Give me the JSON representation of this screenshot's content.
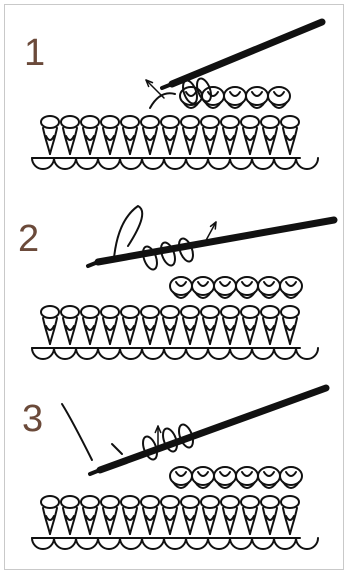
{
  "steps": [
    {
      "number": "1"
    },
    {
      "number": "2"
    },
    {
      "number": "3"
    }
  ],
  "icons": {
    "hook": "crochet-hook-icon",
    "arrow": "arrow-icon",
    "yarn": "yarn-loop-icon"
  },
  "colors": {
    "step_number": "#6b4a3a",
    "ink": "#111111",
    "border": "#c9c9c9"
  }
}
